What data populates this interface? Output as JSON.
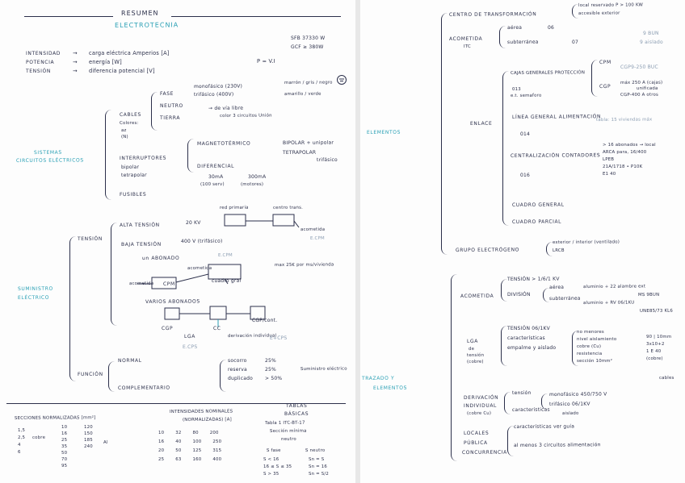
{
  "left": {
    "title": "RESUMEN",
    "subtitle": "ELECTROTECNIA",
    "defs": [
      {
        "term": "INTENSIDAD",
        "def": "carga eléctrica  Amperios [A]"
      },
      {
        "term": "POTENCIA",
        "def": "energía [W]"
      },
      {
        "term": "TENSIÓN",
        "def": "diferencia potencial [V]"
      }
    ],
    "formula_pv": "P = V.I",
    "voltages": [
      "SFB 37330 W",
      "GCF ≥ 380W"
    ],
    "systems_label": "SISTEMAS CIRCUITOS ELÉCTRICOS",
    "cables": {
      "label": "CABLES",
      "colors_label": "Colores: az (N)",
      "items": [
        "FASE",
        "NEUTRO",
        "TIERRA"
      ],
      "fase_note": "monofásico (230V)",
      "fase_note2": "trifásico (400V)",
      "neutro_note": "→ de vía libre",
      "neutro_note2": "color 3 circuitos Unión",
      "right_note": "marrón / gris / negro",
      "right_note2": "amarillo / verde"
    },
    "interruptores": {
      "label": "INTERRUPTORES",
      "sub": [
        "bipolar",
        "tetrapolar"
      ],
      "magneto": "MAGNETOTÉRMICO",
      "magneto_note": "BIPOLAR + unipolar",
      "diferencial": "DIFERENCIAL",
      "diferencial_note": "TETRAPOLAR",
      "diferencial_note2": "trifásico",
      "values": [
        "30mA",
        "300mA"
      ],
      "values_note": [
        "(100 serv)",
        "(motores)"
      ]
    },
    "fusibles": "FUSIBLES",
    "distrib_label": "SUMINISTRO ELÉCTRICO",
    "tension": {
      "label": "TENSIÓN",
      "alta": "ALTA TENSIÓN",
      "alta_val": "20 KV",
      "alta_note": "red primaria",
      "alta_note2": "centro trans.",
      "baja": "BAJA TENSIÓN",
      "baja_val": "400 V (trifásico)",
      "bt_note": "acometida",
      "bt_note2": "E.CPM",
      "abastecido": "un ABONADO",
      "abast_note": "acometida",
      "abast_note2": "E.CPM",
      "cpm": "CPM",
      "cuadro": "cuadro gral",
      "varios": "VARIOS  ABONADOS",
      "cgp": "CGP",
      "lga": "LGA",
      "cc": "CC",
      "contadores": "CGP/cont.",
      "nota": "max 25€ por ms/vivienda",
      "ref": "E.CPS",
      "cpm_label": "acometida",
      "derivacion": "derivación individual",
      "ext": "E+CPS"
    },
    "funcion": {
      "label": "FUNCIÓN",
      "normal": "NORMAL",
      "complementario": "COMPLEMENTARIO",
      "items": [
        "socorro",
        "reserva",
        "duplicado"
      ],
      "vals": [
        "25%",
        "25%",
        "> 50%"
      ],
      "note": "Suministro eléctrico"
    },
    "tables": {
      "title": "TABLAS",
      "title2": "BÁSICAS",
      "col1_header": "SECCIONES NORMALIZADAS [mm²]",
      "col2_header": "INTENSIDADES NOMINALES",
      "col2_sub": "(NORMALIZADAS) [A]",
      "col3_note": "Tabla 1 ITC-BT-17",
      "col3_note2": "Sección mínima",
      "col3_note3": "neutro",
      "sections_a": [
        "1,5",
        "2,5",
        "4",
        "6"
      ],
      "sections_b": [
        "10",
        "16",
        "25",
        "35",
        "50",
        "70",
        "95"
      ],
      "sections_c": [
        "120",
        "150",
        "185",
        "240"
      ],
      "cobre": "cobre",
      "aluminio": "Al",
      "currents": [
        [
          "10",
          "32",
          "80",
          "200"
        ],
        [
          "16",
          "40",
          "100",
          "250"
        ],
        [
          "20",
          "50",
          "125",
          "315"
        ],
        [
          "25",
          "63",
          "160",
          "400"
        ]
      ],
      "fase_head": "S fase",
      "neutro_head": "S neutro",
      "rows": [
        [
          "S < 16",
          "Sn = S"
        ],
        [
          "16 ≤ S ≤ 35",
          "Sn = 16"
        ],
        [
          "S > 35",
          "Sn = S/2"
        ]
      ]
    }
  },
  "right": {
    "centro": "CENTRO DE TRANSFORMACIÓN",
    "centro_notes": [
      "local reservado P > 100 KW",
      "accesible exterior"
    ],
    "acometida": "ACOMETIDA",
    "acometida_sub": "ITC",
    "acometida_items": [
      "aérea",
      "subterránea"
    ],
    "acometida_codes": [
      "06",
      "07"
    ],
    "acometida_notes": [
      "9 BUN",
      "9 aislado"
    ],
    "cpm_block": "CAJAS GENERALES PROTECCIÓN",
    "cpm_items": [
      "CPM",
      "CGP"
    ],
    "cpm_notes": [
      "CGP9-250 BUC",
      "máx 250 A (cajas)",
      "unificada",
      "CGP-400 A otros"
    ],
    "cpm_sub": [
      "013",
      "e.t. semaforo"
    ],
    "elementos": "ELEMENTOS",
    "enlace": "ENLACE",
    "lga": "LÍNEA GENERAL ALIMENTACIÓN",
    "lga_code": "014",
    "lga_note": "tabla: 15 viviendas máx",
    "contadores": "CENTRALIZACIÓN CONTADORES",
    "contadores_code": "016",
    "contadores_notes": [
      "> 16 abonados → local",
      "ARCA para, 16/400",
      "LPEB",
      "21A/1718 • P10K",
      "E1 40"
    ],
    "cuadro_general": "CUADRO GENERAL",
    "cuadro_parcial": "CUADRO PARCIAL",
    "grupo": "GRUPO ELECTRÓGENO",
    "grupo_notes": [
      "exterior / interior (ventilado)",
      "LRCB"
    ],
    "trazado": "TRAZADO Y ELEMENTOS",
    "acom2": "ACOMETIDA",
    "acom2_items": [
      "TENSIÓN > 1/6/1 KV",
      "DIVISIÓN"
    ],
    "acom2_sub": [
      "aérea",
      "subterránea"
    ],
    "acom2_notes": [
      "aluminio + 22 alambre ext",
      "aluminio + RV 06/1KU"
    ],
    "acom2_notes2": [
      "MS 9BUN",
      "UNE85/73 KL6"
    ],
    "lga_block": "LGA",
    "lga_block_sub": [
      "de",
      "tensión",
      "(cobre)"
    ],
    "lga_items": [
      "TENSIÓN 06/1KV",
      "características",
      "empalme y aislado"
    ],
    "lga_details": [
      "no menores",
      "nivel aislamiento",
      "cobre (Cu)",
      "resistencia",
      "sección 10mm²"
    ],
    "lga_right": [
      "90 | 10mm",
      "3x10+2",
      "1 E 40",
      "(cobre)"
    ],
    "deriv": "DERIVACIÓN INDIVIDUAL",
    "deriv_sub": "(cobre Cu)",
    "deriv_items": [
      "tensión",
      "características"
    ],
    "deriv_vals": [
      "monofásico 450/750 V",
      "trifásico 06/1KV"
    ],
    "deriv_note": "aislado",
    "deriv_right": "cables",
    "locales": "LOCALES PÚBLICA CONCURRENCIA",
    "locales_items": [
      "características ver guía",
      "al menos 3 circuitos alimentación"
    ]
  }
}
